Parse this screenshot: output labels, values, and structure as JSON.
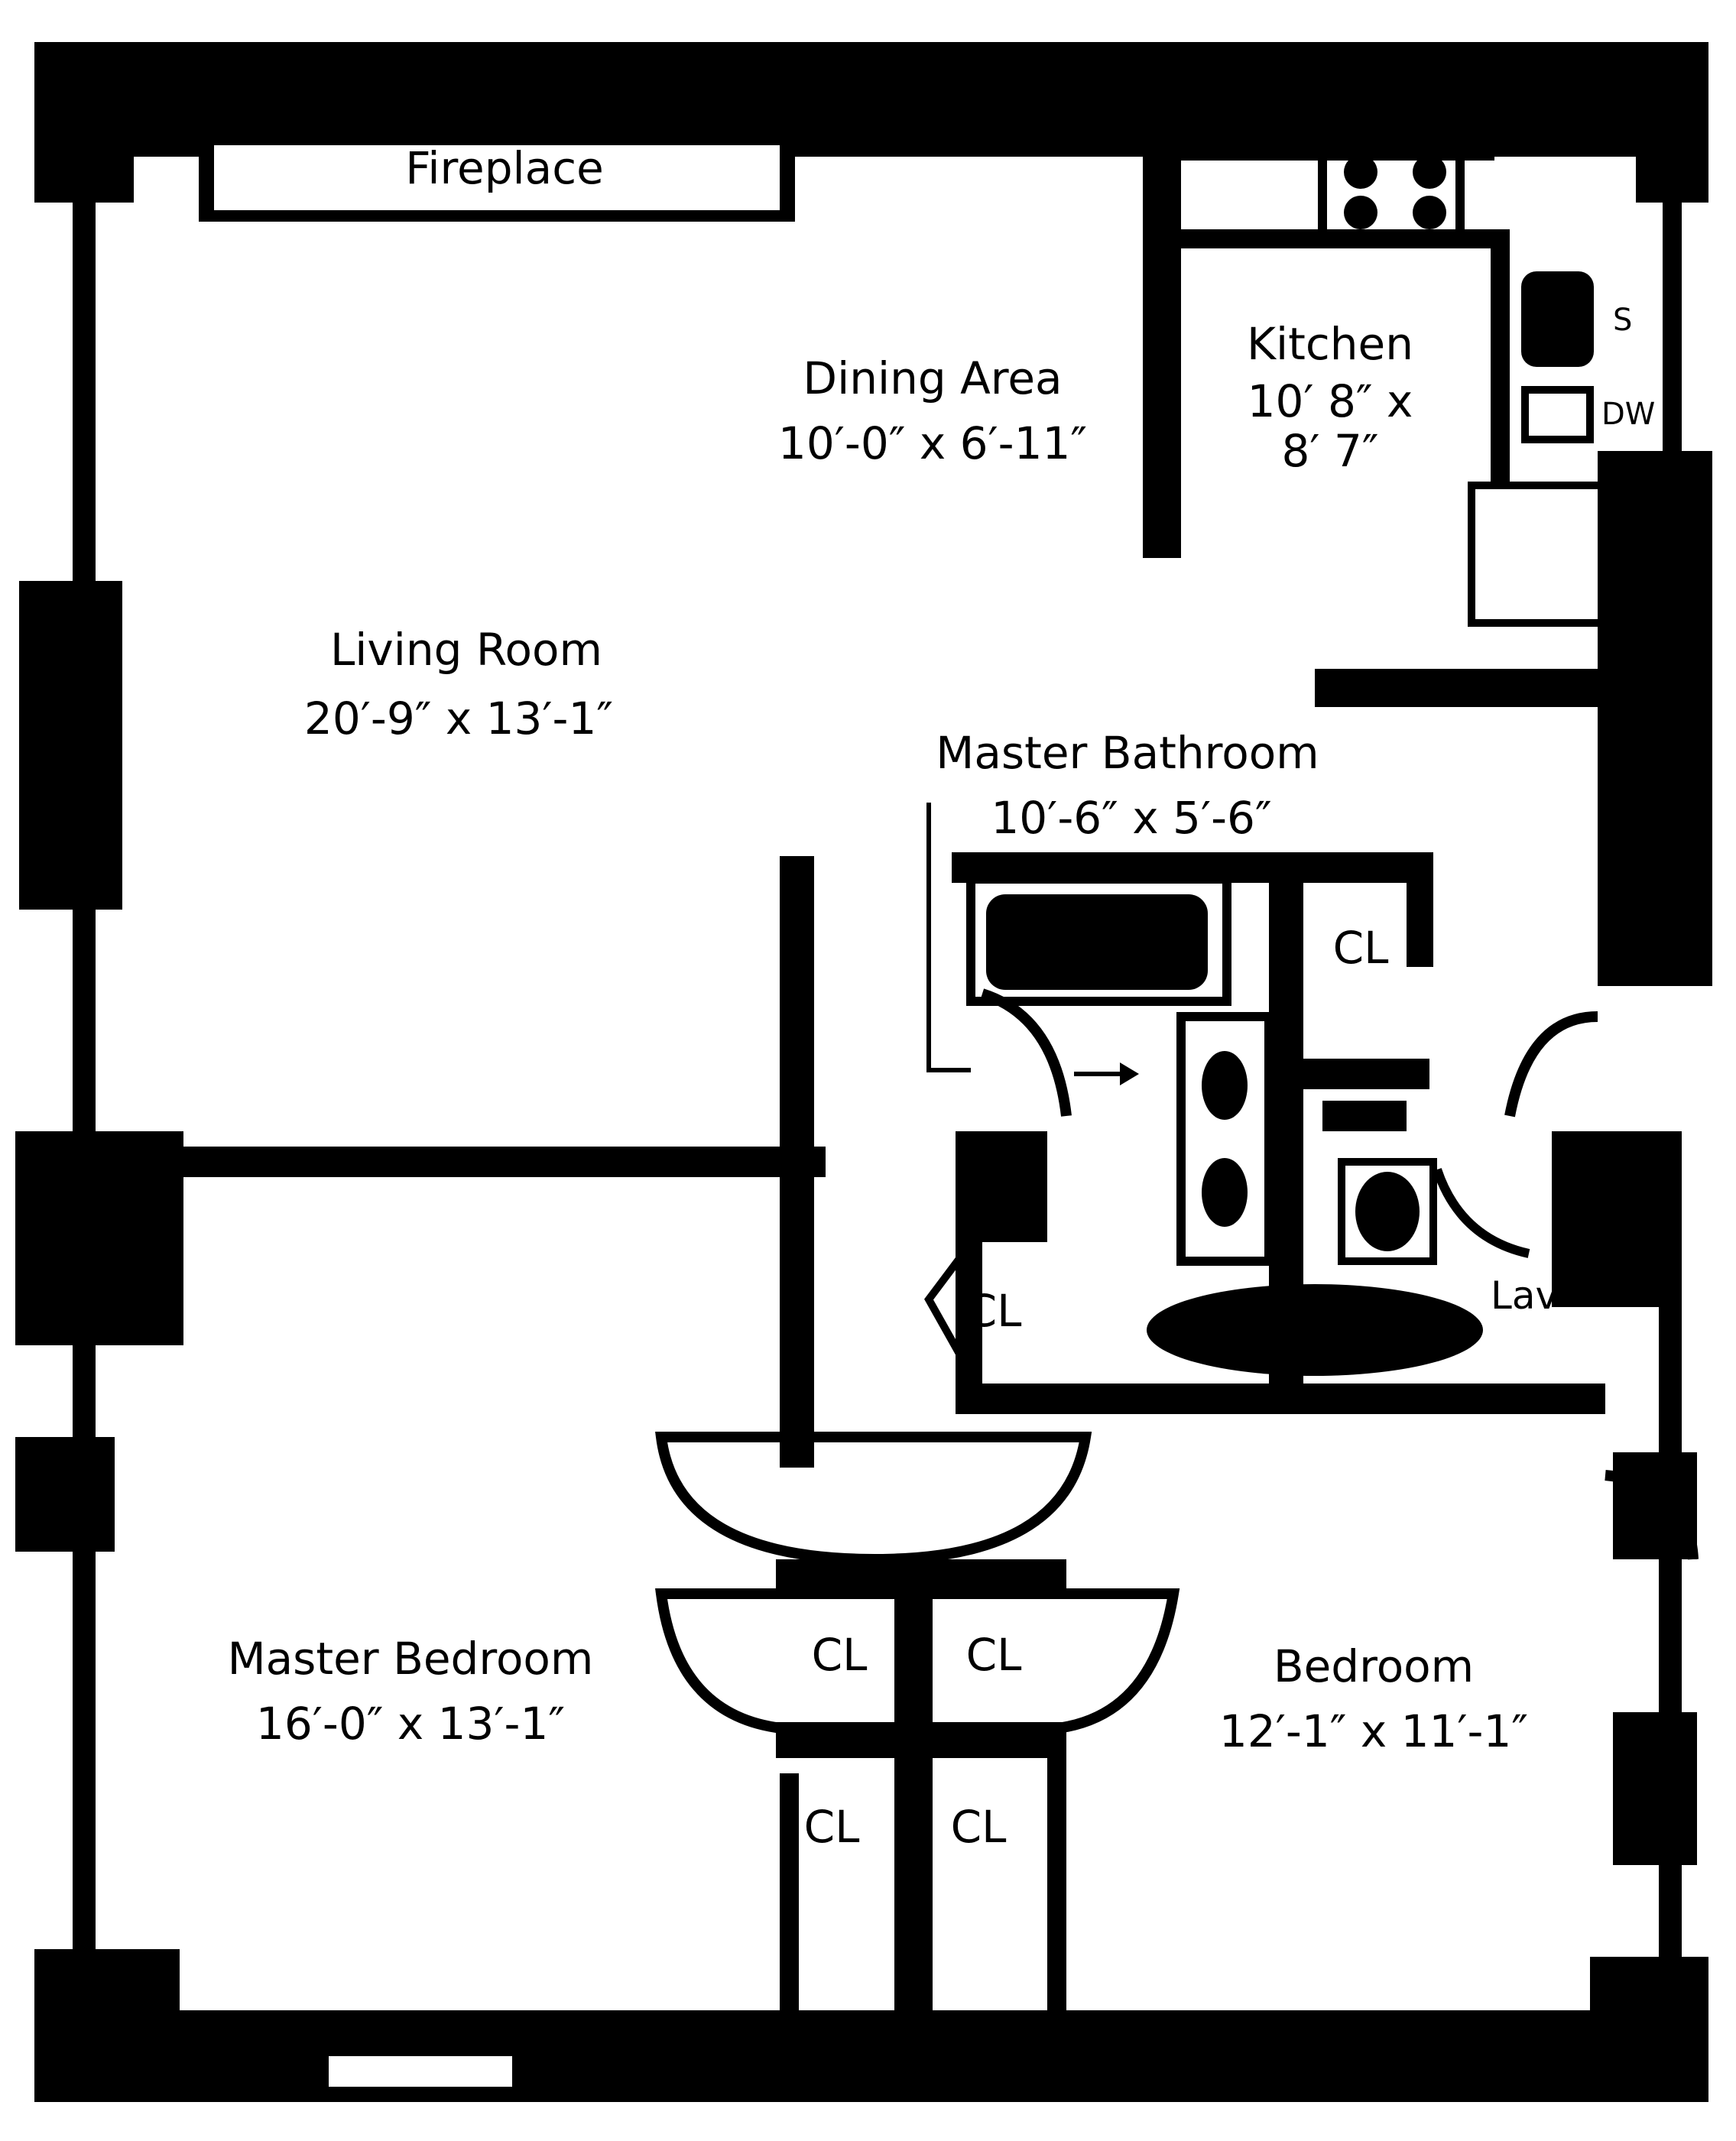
{
  "colors": {
    "wall": "#000000",
    "paper": "#ffffff"
  },
  "features": {
    "fireplace": "Fireplace",
    "sink": "S",
    "dishwasher": "DW",
    "lav": "Lav",
    "closet": "CL"
  },
  "rooms": {
    "dining": {
      "name": "Dining Area",
      "dims": "10′-0″ x 6′-11″"
    },
    "kitchen": {
      "name": "Kitchen",
      "dims_line1": "10′ 8″ x",
      "dims_line2": "8′ 7″"
    },
    "living": {
      "name": "Living Room",
      "dims": "20′-9″ x 13′-1″"
    },
    "master_bath": {
      "name": "Master Bathroom",
      "dims": "10′-6″ x 5′-6″"
    },
    "master_bed": {
      "name": "Master Bedroom",
      "dims": "16′-0″ x 13′-1″"
    },
    "bedroom": {
      "name": "Bedroom",
      "dims": "12′-1″ x 11′-1″"
    }
  }
}
